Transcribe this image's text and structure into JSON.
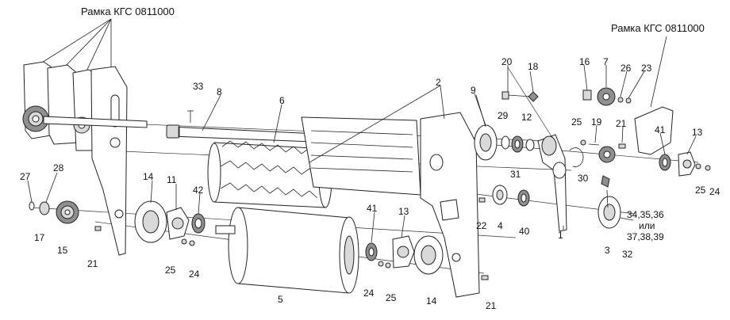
{
  "titles": {
    "left_frame": "Рамка КГС 0811000",
    "right_frame": "Рамка КГС 0811000"
  },
  "labels": {
    "p1": "1",
    "p2": "2",
    "p3": "3",
    "p4": "4",
    "p5": "5",
    "p6": "6",
    "p7": "7",
    "p8": "8",
    "p9": "9",
    "p11": "11",
    "p12": "12",
    "p13a": "13",
    "p13b": "13",
    "p14a": "14",
    "p14b": "14",
    "p15": "15",
    "p16": "16",
    "p17": "17",
    "p18": "18",
    "p19": "19",
    "p20": "20",
    "p21a": "21",
    "p21b": "21",
    "p21c": "21",
    "p22": "22",
    "p23": "23",
    "p24a": "24",
    "p24b": "24",
    "p24c": "24",
    "p25a": "25",
    "p25b": "25",
    "p25c": "25",
    "p25d": "25",
    "p26": "26",
    "p27": "27",
    "p28": "28",
    "p29": "29",
    "p30": "30",
    "p31": "31",
    "p32": "32",
    "p33": "33",
    "p40": "40",
    "p41a": "41",
    "p41b": "41",
    "p42": "42",
    "p34_line1": "34,35,36",
    "p34_line2": "или",
    "p34_line3": "37,38,39"
  }
}
